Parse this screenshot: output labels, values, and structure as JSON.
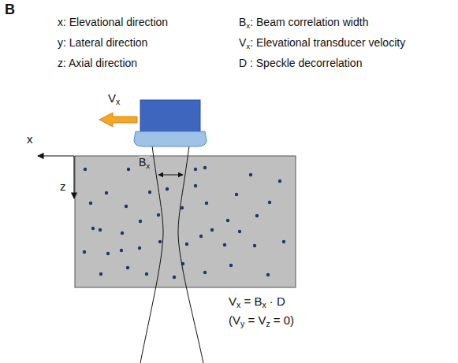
{
  "diagram": {
    "labels": [
      "B",
      "x: Elevational direction",
      "y: Lateral direction",
      "z: Axial direction",
      "Bx: Beam correlation width",
      "Vx: Elevational transducer velocity",
      "D : Speckle decorrelation",
      "Vx",
      "x",
      "z",
      "Bx",
      "Vx = Bx · D",
      "(Vy = Vz = 0)"
    ]
  }
}
